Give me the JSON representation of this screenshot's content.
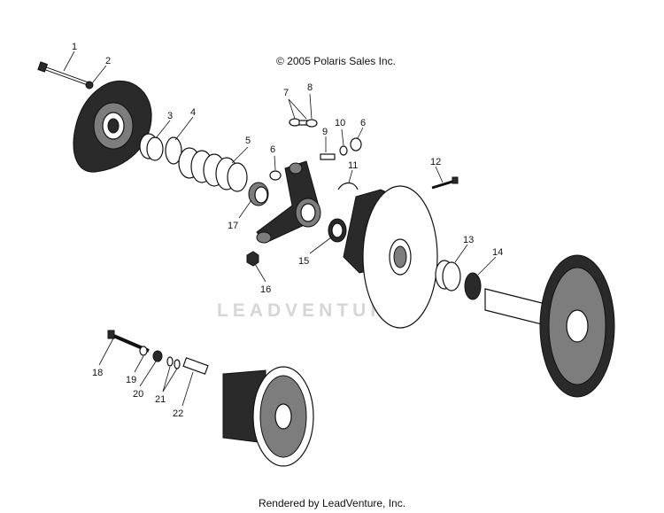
{
  "copyright": "© 2005 Polaris Sales Inc.",
  "footer": "Rendered by LeadVenture, Inc.",
  "watermark": "LEADVENTURE",
  "callouts": [
    "1",
    "2",
    "3",
    "4",
    "5",
    "6",
    "7",
    "8",
    "9",
    "10",
    "6",
    "11",
    "12",
    "13",
    "14",
    "15",
    "16",
    "17",
    "18",
    "19",
    "20",
    "21",
    "22"
  ],
  "colors": {
    "ink": "#111111",
    "dark_metal": "#2a2a2a",
    "mid_metal": "#7d7d7d",
    "watermark": "#d6d6d6"
  }
}
